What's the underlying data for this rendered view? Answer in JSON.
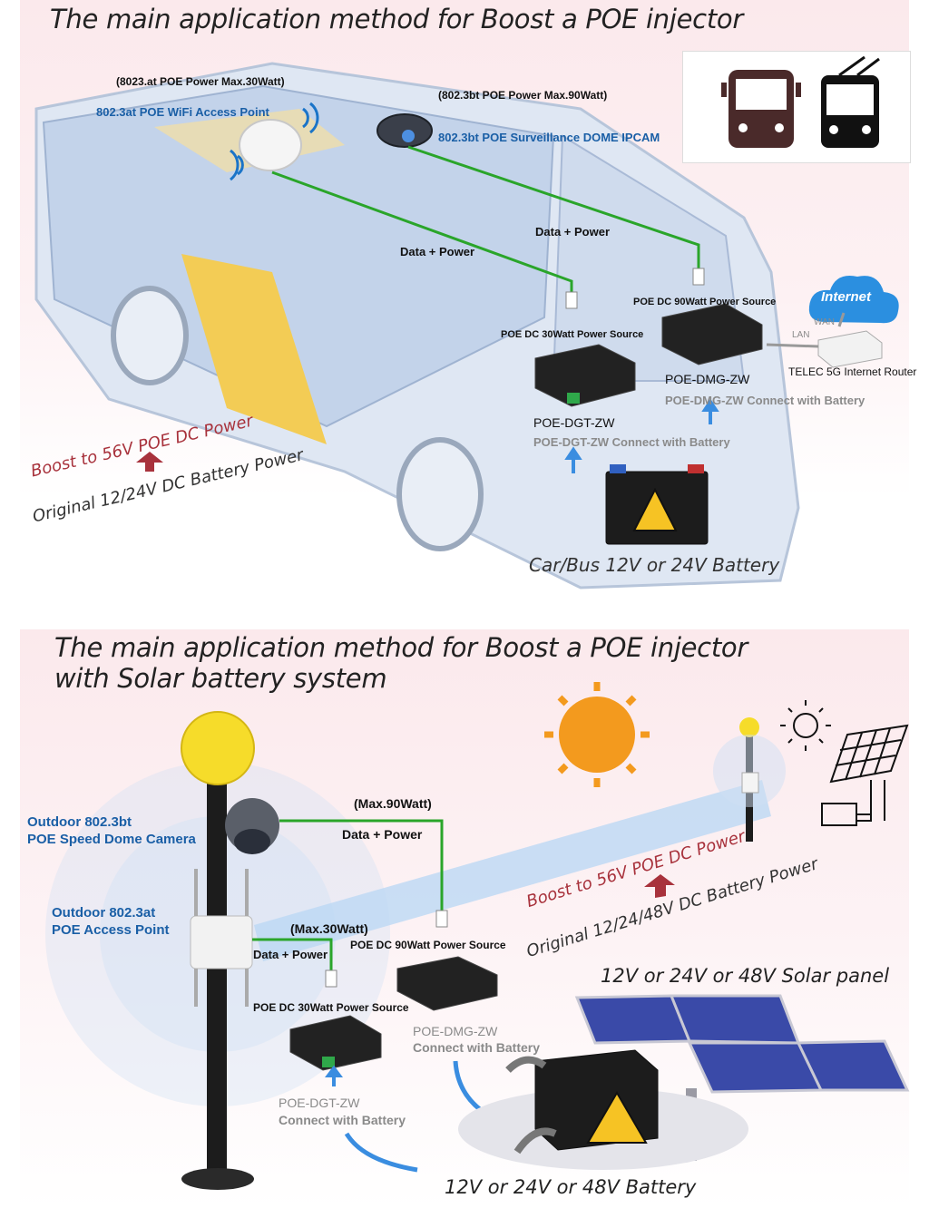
{
  "section1": {
    "title": "The main application method for Boost a POE injector",
    "bt_power": "(802.3bt POE Power Max.90Watt)",
    "at_power": "(8023.at POE Power Max.30Watt)",
    "wifi_ap": "802.3at POE WiFi Access Point",
    "dome_cam": "802.3bt POE Surveillance DOME IPCAM",
    "data_power_1": "Data + Power",
    "data_power_2": "Data + Power",
    "source_90": "POE DC 90Watt Power Source",
    "source_30": "POE DC 30Watt Power Source",
    "dmg_name": "POE-DMG-ZW",
    "dmg_battery": "POE-DMG-ZW Connect with Battery",
    "dgt_name": "POE-DGT-ZW",
    "dgt_battery": "POE-DGT-ZW Connect with Battery",
    "internet": "Internet",
    "wan": "WAN",
    "lan": "LAN",
    "router": "TELEC 5G Internet Router",
    "boost": "Boost to 56V POE DC Power",
    "original": "Original 12/24V DC Battery Power",
    "battery": "Car/Bus 12V or 24V Battery"
  },
  "section2": {
    "title_line1": "The main application method for Boost a POE injector",
    "title_line2": "with Solar battery system",
    "cam_line1": "Outdoor 802.3bt",
    "cam_line2": "POE Speed Dome Camera",
    "ap_line1": "Outdoor 802.3at",
    "ap_line2": "POE Access Point",
    "max90": "(Max.90Watt)",
    "max30": "(Max.30Watt)",
    "data_power_1": "Data + Power",
    "data_power_2": "Data + Power",
    "source_90": "POE DC 90Watt Power Source",
    "source_30": "POE DC 30Watt Power Source",
    "dmg_name": "POE-DMG-ZW",
    "dmg_battery": "Connect with Battery",
    "dgt_name": "POE-DGT-ZW",
    "dgt_battery": "Connect with Battery",
    "boost": "Boost to 56V POE DC Power",
    "original": "Original 12/24/48V DC Battery Power",
    "solar_panel": "12V or 24V or 48V Solar panel",
    "battery": "12V or 24V or 48V Battery"
  },
  "colors": {
    "cable": "#2aa52a",
    "blue_label": "#1a5fa6",
    "boost_red": "#a8323c",
    "arrow_blue": "#3a8de0",
    "bus_body": "#dfe7f3",
    "bus_stripe": "#f3cc55",
    "sun": "#f39a1e"
  }
}
